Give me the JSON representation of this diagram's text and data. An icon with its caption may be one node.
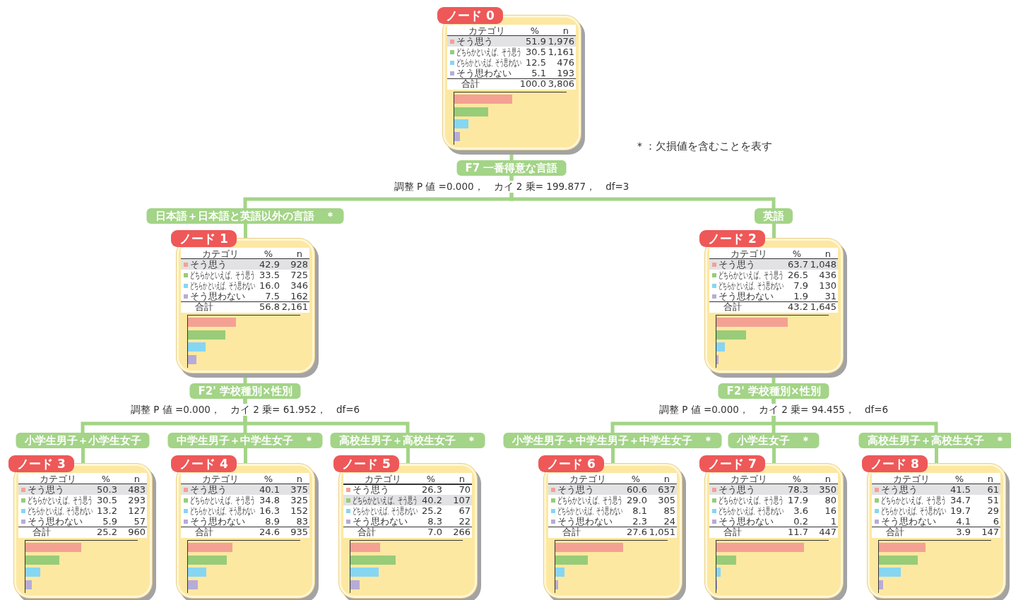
{
  "diagram": {
    "nodes": [
      {
        "text": [
          "ノード 0",
          "カテゴリ",
          "%",
          "n",
          "そう思う",
          "51.9",
          "1,976",
          "どちらかといえば、そう思う",
          "30.5",
          "1,161",
          "どちらかといえば、そう思わない",
          "12.5",
          "476",
          "そう思わない",
          "5.1",
          "193",
          "合計",
          "100.0",
          "3,806"
        ]
      },
      {
        "text": [
          "F7 一番得意な言語"
        ],
        "beside": [
          "調整 P 値 =0.000，　カイ 2 乗= 199.877，　df=3"
        ]
      },
      {
        "text": [
          "日本語＋日本語と英語以外の言語　＊"
        ]
      },
      {
        "text": [
          "ノード 1",
          "カテゴリ",
          "%",
          "n",
          "そう思う",
          "42.9",
          "928",
          "どちらかといえば、そう思う",
          "33.5",
          "725",
          "どちらかといえば、そう思わない",
          "16.0",
          "346",
          "そう思わない",
          "7.5",
          "162",
          "合計",
          "56.8",
          "2,161"
        ]
      },
      {
        "text": [
          "英語"
        ]
      },
      {
        "text": [
          "ノード 2",
          "カテゴリ",
          "%",
          "n",
          "そう思う",
          "63.7",
          "1,048",
          "どちらかといえば、そう思う",
          "26.5",
          "436",
          "どちらかといえば、そう思わない",
          "7.9",
          "130",
          "そう思わない",
          "1.9",
          "31",
          "合計",
          "43.2",
          "1,645"
        ]
      },
      {
        "text": [
          "F2' 学校種別×性別"
        ],
        "beside": [
          "調整 P 値 =0.000，　カイ 2 乗= 61.952，　df=6"
        ]
      },
      {
        "text": [
          "F2' 学校種別×性別"
        ],
        "beside": [
          "調整 P 値 =0.000，　カイ 2 乗= 94.455，　df=6"
        ]
      },
      {
        "text": [
          "小学生男子＋小学生女子"
        ]
      },
      {
        "text": [
          "ノード 3",
          "カテゴリ",
          "%",
          "n",
          "そう思う",
          "50.3",
          "483",
          "どちらかといえば、そう思う",
          "30.5",
          "293",
          "どちらかといえば、そう思わない",
          "13.2",
          "127",
          "そう思わない",
          "5.9",
          "57",
          "合計",
          "25.2",
          "960"
        ]
      },
      {
        "text": [
          "中学生男子＋中学生女子　＊"
        ]
      },
      {
        "text": [
          "ノード 4",
          "カテゴリ",
          "%",
          "n",
          "そう思う",
          "40.1",
          "375",
          "どちらかといえば、そう思う",
          "34.8",
          "325",
          "どちらかといえば、そう思わない",
          "16.3",
          "152",
          "そう思わない",
          "8.9",
          "83",
          "合計",
          "24.6",
          "935"
        ]
      },
      {
        "text": [
          "高校生男子＋高校生女子　＊"
        ]
      },
      {
        "text": [
          "ノード 5",
          "カテゴリ",
          "%",
          "n",
          "そう思う",
          "26.3",
          "70",
          "どちらかといえば、そう思う",
          "40.2",
          "107",
          "どちらかといえば、そう思わない",
          "25.2",
          "67",
          "そう思わない",
          "8.3",
          "22",
          "合計",
          "7.0",
          "266"
        ]
      },
      {
        "text": [
          "小学生男子＋中学生男子＋中学生女子　＊"
        ]
      },
      {
        "text": [
          "ノード 6",
          "カテゴリ",
          "%",
          "n",
          "そう思う",
          "60.6",
          "637",
          "どちらかといえば、そう思う",
          "29.0",
          "305",
          "どちらかといえば、そう思わない",
          "8.1",
          "85",
          "そう思わない",
          "2.3",
          "24",
          "合計",
          "27.6",
          "1,051"
        ]
      },
      {
        "text": [
          "小学生女子　＊"
        ]
      },
      {
        "text": [
          "ノード 7",
          "カテゴリ",
          "%",
          "n",
          "そう思う",
          "78.3",
          "350",
          "どちらかといえば、そう思う",
          "17.9",
          "80",
          "どちらかといえば、そう思わない",
          "3.6",
          "16",
          "そう思わない",
          "0.2",
          "1",
          "合計",
          "11.7",
          "447"
        ]
      },
      {
        "text": [
          "高校生男子＋高校生女子　＊"
        ]
      },
      {
        "text": [
          "ノード 8",
          "カテゴリ",
          "%",
          "n",
          "そう思う",
          "41.5",
          "61",
          "どちらかといえば、そう思う",
          "34.7",
          "51",
          "どちらかといえば、そう思わない",
          "19.7",
          "29",
          "そう思わない",
          "4.1",
          "6",
          "合計",
          "3.9",
          "147"
        ]
      }
    ],
    "edges": [
      {
        "from": 0,
        "to": 1,
        "arrow": "none"
      },
      {
        "from": 1,
        "to": 2,
        "arrow": "none"
      },
      {
        "from": 1,
        "to": 4,
        "arrow": "none"
      },
      {
        "from": 2,
        "to": 3,
        "arrow": "none"
      },
      {
        "from": 4,
        "to": 5,
        "arrow": "none"
      },
      {
        "from": 3,
        "to": 6,
        "arrow": "none"
      },
      {
        "from": 5,
        "to": 7,
        "arrow": "none"
      },
      {
        "from": 6,
        "to": 8,
        "arrow": "none"
      },
      {
        "from": 6,
        "to": 10,
        "arrow": "none"
      },
      {
        "from": 6,
        "to": 12,
        "arrow": "none"
      },
      {
        "from": 8,
        "to": 9,
        "arrow": "none"
      },
      {
        "from": 10,
        "to": 11,
        "arrow": "none"
      },
      {
        "from": 12,
        "to": 13,
        "arrow": "none"
      },
      {
        "from": 7,
        "to": 14,
        "arrow": "none"
      },
      {
        "from": 7,
        "to": 16,
        "arrow": "none"
      },
      {
        "from": 7,
        "to": 18,
        "arrow": "none"
      },
      {
        "from": 14,
        "to": 15,
        "arrow": "none"
      },
      {
        "from": 16,
        "to": 17,
        "arrow": "none"
      },
      {
        "from": 18,
        "to": 19,
        "arrow": "none"
      }
    ],
    "labels": [
      "＊：欠損値を含むことを表す"
    ]
  }
}
